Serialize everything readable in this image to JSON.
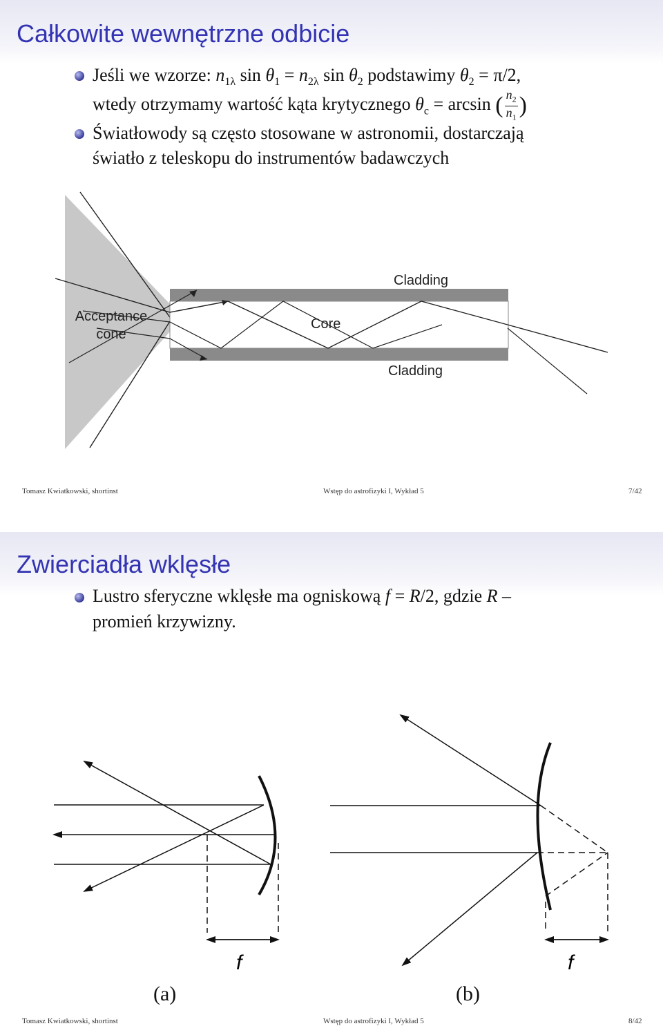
{
  "slide1": {
    "title": "Całkowite wewnętrzne odbicie",
    "bullet1": {
      "line1_parts": {
        "pre": "Jeśli we wzorze: ",
        "n1": "n",
        "n1_sub": "1λ",
        "sin1": " sin ",
        "th1": "θ",
        "th1_sub": "1",
        "eq": " = ",
        "n2": "n",
        "n2_sub": "2λ",
        "sin2": " sin ",
        "th2": "θ",
        "th2_sub": "2",
        "post": " podstawimy ",
        "th3": "θ",
        "th3_sub": "2",
        "eq2": " = π/2,"
      },
      "line2_parts": {
        "pre": "wtedy otrzymamy wartość kąta krytycznego ",
        "thc": "θ",
        "thc_sub": "c",
        "eq": " = arcsin ",
        "lparen": "(",
        "num": "n",
        "num_sub": "2",
        "den": "n",
        "den_sub": "1",
        "rparen": ")"
      }
    },
    "bullet2": {
      "line1": "Światłowody są często stosowane w astronomii, dostarczają",
      "line2": "światło z teleskopu do instrumentów badawczych"
    },
    "figure": {
      "cladding_top": "Cladding",
      "core": "Core",
      "cladding_bottom": "Cladding",
      "acceptance_line1": "Acceptance",
      "acceptance_line2": "cone"
    },
    "footer": {
      "left": "Tomasz Kwiatkowski, shortinst",
      "center": "Wstęp do astrofizyki I, Wykład 5",
      "right": "7/42"
    }
  },
  "slide2": {
    "title": "Zwierciadła wklęsłe",
    "bullet1": {
      "line1_pre": "Lustro sferyczne wklęsłe ma ogniskową ",
      "f": "f",
      "eq": " = ",
      "R": "R",
      "post": "/2, gdzie ",
      "R2": "R",
      "dash": " –",
      "line2": "promień krzywizny."
    },
    "figure": {
      "label_f_a": "f",
      "label_f_b": "f",
      "caption_a": "(a)",
      "caption_b": "(b)"
    },
    "footer": {
      "left": "Tomasz Kwiatkowski, shortinst",
      "center": "Wstęp do astrofizyki I, Wykład 5",
      "right": "8/42"
    }
  },
  "colors": {
    "title": "#3333b3",
    "bullet": "#3b3fa8"
  }
}
